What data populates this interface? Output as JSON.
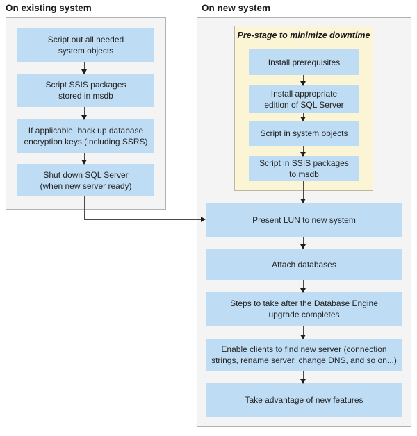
{
  "left_panel": {
    "header": "On existing system",
    "boxes": [
      "Script out all needed\nsystem objects",
      "Script SSIS packages\nstored in msdb",
      "If applicable, back up database\nencryption keys (including SSRS)",
      "Shut down SQL Server\n(when new server ready)"
    ]
  },
  "right_panel": {
    "header": "On new system",
    "prestage": {
      "title": "Pre-stage to minimize downtime",
      "boxes": [
        "Install prerequisites",
        "Install appropriate\nedition of SQL Server",
        "Script in system objects",
        "Script in SSIS packages\nto msdb"
      ]
    },
    "boxes": [
      "Present LUN to new system",
      "Attach databases",
      "Steps to take after the Database Engine\nupgrade completes",
      "Enable clients to find new server (connection\nstrings, rename server, change DNS, and so on...)",
      "Take advantage of new features"
    ]
  },
  "colors": {
    "node_blue": "#bedcf4",
    "panel_bg": "#f5f4f4",
    "panel_border": "#b4b1b1",
    "prestage_bg": "#fbf5d6",
    "prestage_border": "#bab6a2",
    "arrow_line": "#4a4a4a",
    "arrow_head": "#1d1d1d",
    "text": "#242424"
  }
}
